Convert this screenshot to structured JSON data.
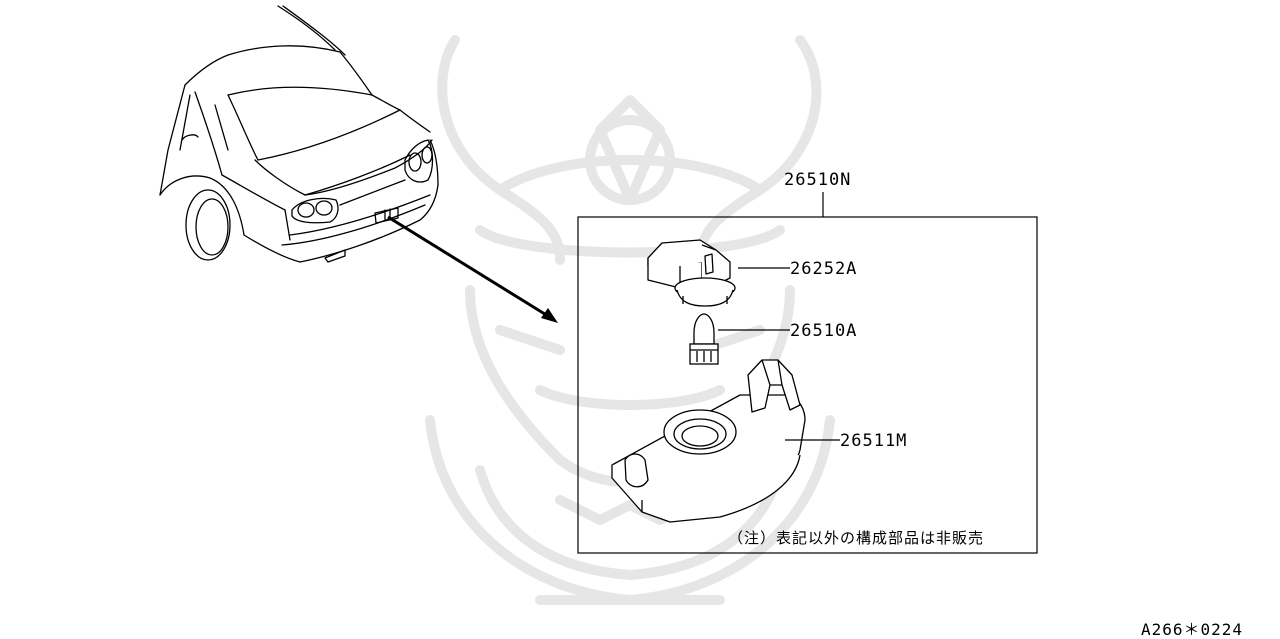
{
  "diagram": {
    "assembly_part_number": "26510N",
    "parts": [
      {
        "part_number": "26252A"
      },
      {
        "part_number": "26510A"
      },
      {
        "part_number": "26511M"
      }
    ],
    "note": "（注）表記以外の構成部品は非販売",
    "illustration_code": "A266＊0224",
    "line_color": "#000000",
    "watermark_color": "#e6e6e6"
  }
}
